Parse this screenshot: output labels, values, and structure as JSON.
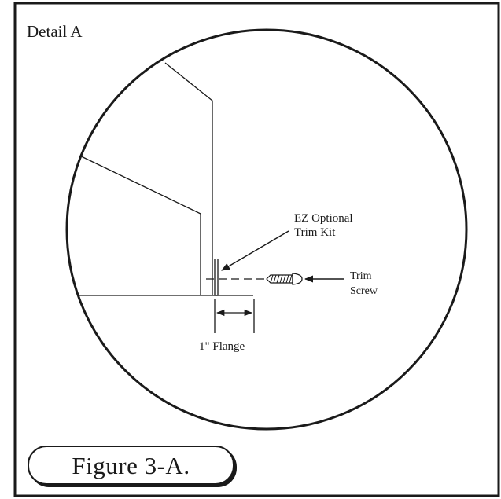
{
  "detail": {
    "title": "Detail A"
  },
  "callouts": {
    "trim_kit_line1": "EZ Optional",
    "trim_kit_line2": "Trim Kit",
    "trim_screw_line1": "Trim",
    "trim_screw_line2": "Screw",
    "flange": "1\" Flange"
  },
  "figure": {
    "caption": "Figure 3-A."
  },
  "colors": {
    "ink": "#1a1a1a",
    "background": "#ffffff"
  }
}
